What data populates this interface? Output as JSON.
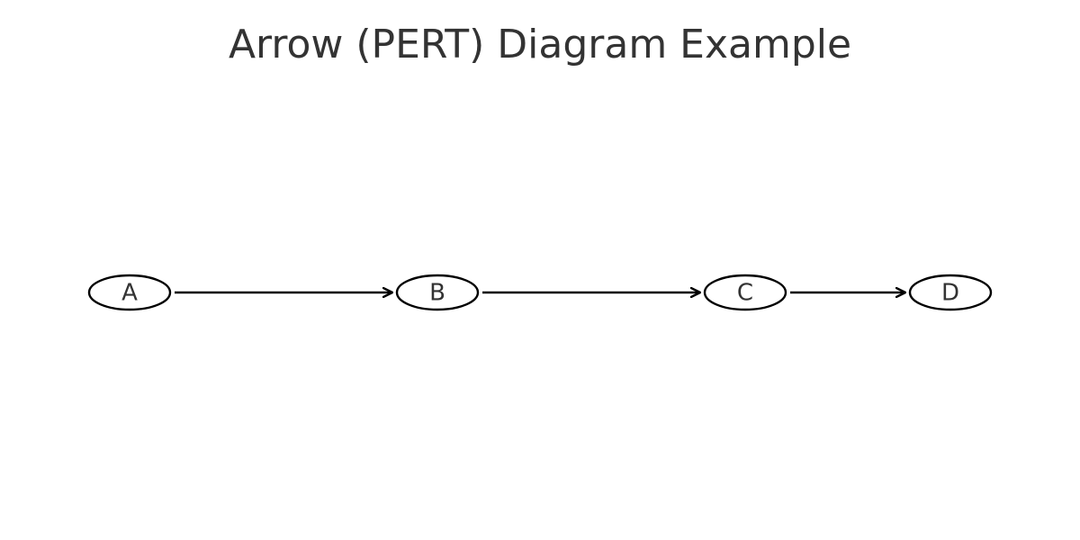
{
  "title": "Arrow (PERT) Diagram Example",
  "colors": {
    "stroke": "#000000",
    "text": "#333333",
    "background": "#ffffff"
  },
  "diagram": {
    "nodes": [
      {
        "id": "A",
        "label": "A"
      },
      {
        "id": "B",
        "label": "B"
      },
      {
        "id": "C",
        "label": "C"
      },
      {
        "id": "D",
        "label": "D"
      }
    ],
    "edges": [
      {
        "from": "A",
        "to": "B"
      },
      {
        "from": "B",
        "to": "C"
      },
      {
        "from": "C",
        "to": "D"
      }
    ]
  }
}
